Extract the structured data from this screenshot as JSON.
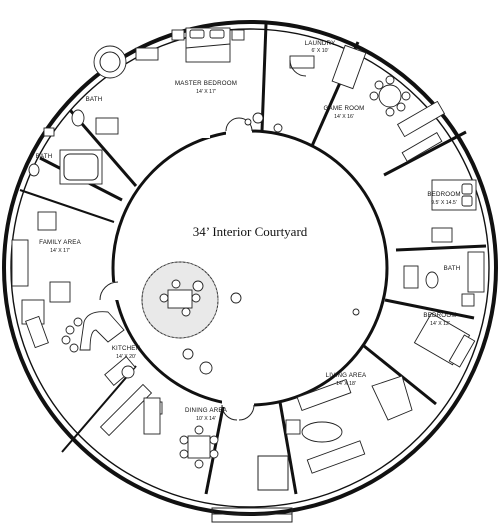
{
  "courtyard": {
    "title": "34’ Interior Courtyard"
  },
  "rooms": [
    {
      "id": "master-bedroom",
      "name": "MASTER BEDROOM",
      "dims": "14' X 17'"
    },
    {
      "id": "laundry",
      "name": "LAUNDRY",
      "dims": "6' X 10'"
    },
    {
      "id": "game-room",
      "name": "GAME ROOM",
      "dims": "14' X 16'"
    },
    {
      "id": "bath-ne",
      "name": "BATH",
      "dims": ""
    },
    {
      "id": "bath-nw",
      "name": "BATH",
      "dims": ""
    },
    {
      "id": "bedroom-east",
      "name": "BEDROOM",
      "dims": "9.5' X 14.5'"
    },
    {
      "id": "bath-east",
      "name": "BATH",
      "dims": ""
    },
    {
      "id": "bedroom-se",
      "name": "BEDROOM",
      "dims": "14' X 12'"
    },
    {
      "id": "family-area",
      "name": "FAMILY AREA",
      "dims": "14' X 17'"
    },
    {
      "id": "kitchen",
      "name": "KITCHEN",
      "dims": "14' X 20'"
    },
    {
      "id": "living-area",
      "name": "LIVING AREA",
      "dims": "14' X 18'"
    },
    {
      "id": "dining-area",
      "name": "DINING AREA",
      "dims": "10' X 14'"
    }
  ]
}
